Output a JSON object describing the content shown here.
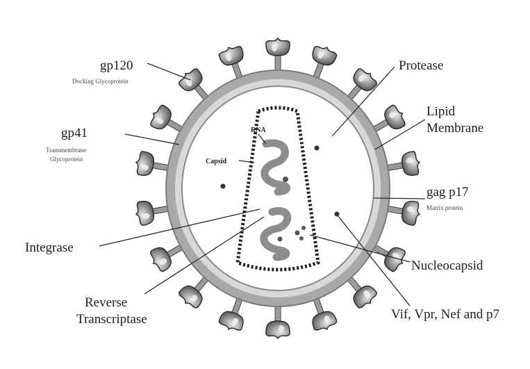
{
  "labels": {
    "gp120": "gp120",
    "gp120_sub": "Docking Glycoprotein",
    "gp41": "gp41",
    "gp41_sub_1": "Transmembrane",
    "gp41_sub_2": "Glycoprotein",
    "protease": "Protease",
    "lipid_1": "Lipid",
    "lipid_2": "Membrane",
    "rna": "RNA",
    "capsid": "Capsid",
    "gag": "gag p17",
    "gag_sub": "Matrix protein",
    "integrase": "Integrase",
    "nucleocapsid": "Nucleocapsid",
    "rt_1": "Reverse",
    "rt_2": "Transcriptase",
    "vif": "Vif, Vpr, Nef and p7"
  },
  "colors": {
    "membrane_outer": "#a9a9a9",
    "membrane_inner": "#d6d6d6",
    "interior": "#ffffff",
    "capsid_outline": "#1f1f1f",
    "rna_strand": "#8d8d8d",
    "knob": "#8a8a8a"
  }
}
